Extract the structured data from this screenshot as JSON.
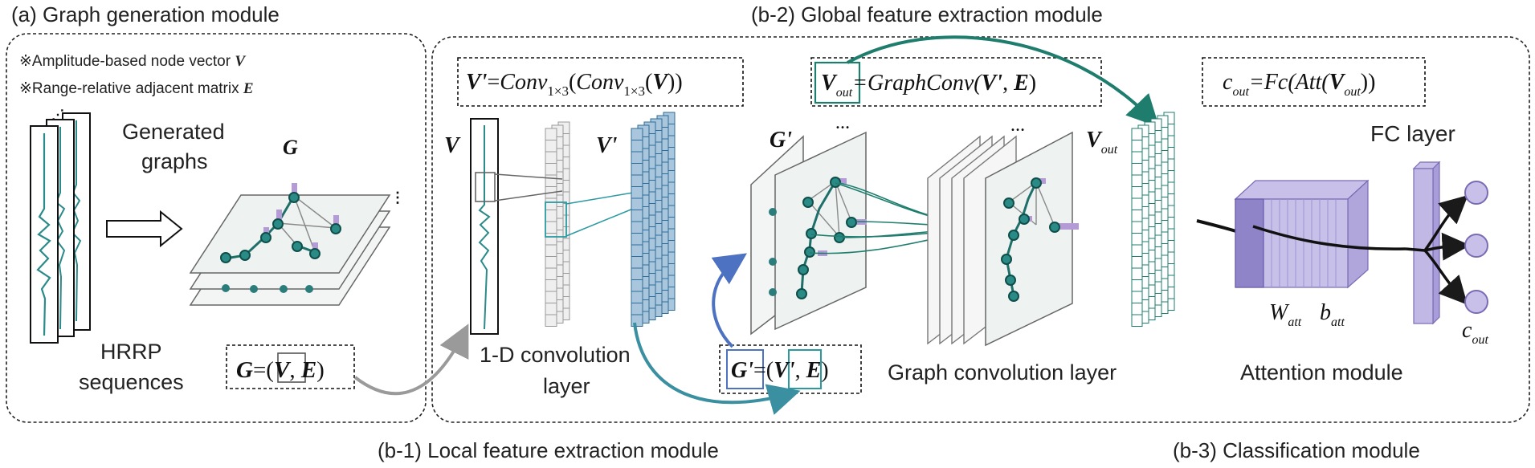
{
  "colors": {
    "teal": "#2b8a8a",
    "teal_dark": "#136b63",
    "teal_fill": "#3a9a8e",
    "blue_fill": "#a9c6dd",
    "blue_stroke": "#2f6d98",
    "gray_fill": "#eeeeee",
    "purple": "#b59bd6",
    "purple_fill": "#9e95cf",
    "arrow_gray": "#9a9a9a",
    "arrow_teal": "#1f7d6e",
    "arrow_blue": "#4d72c2"
  },
  "sections": {
    "a": "(a) Graph generation module",
    "b2": "(b-2) Global feature extraction module",
    "b1": "(b-1) Local feature extraction module",
    "b3": "(b-3) Classification module"
  },
  "module_a": {
    "note1_mark": "※",
    "note1": "Amplitude-based node vector ",
    "note1_var": "V",
    "note2_mark": "※",
    "note2": "Range-relative adjacent matrix ",
    "note2_var": "E",
    "generated_1": "Generated",
    "generated_2": "graphs",
    "graph_symbol": "G",
    "hrrp_1": "HRRP",
    "hrrp_2": "sequences",
    "formula": {
      "g": "G",
      "eq": "=(",
      "v": "V",
      "comma": ", ",
      "e": "E",
      "close": ")"
    }
  },
  "module_b1": {
    "v_label": "V",
    "vprime_label": "V'",
    "conv_formula": {
      "lhs": "V'",
      "eq": "=",
      "conv": "Conv",
      "sub": "1×3",
      "open": "(",
      "v": "V",
      "close": "))"
    },
    "layer_1": "1-D convolution",
    "layer_2": "layer"
  },
  "module_b2": {
    "formula": {
      "vout": "V",
      "vout_sub": "out",
      "rhs": "=GraphConv(",
      "vp": "V'",
      "comma": ", ",
      "e": "E",
      "close": ")"
    },
    "gprime_label": "G'",
    "vout_label": "V",
    "vout_label_sub": "out",
    "layer": "Graph convolution layer",
    "gp_formula": {
      "g": "G'",
      "eq": "=(",
      "v": "V'",
      "comma": ", ",
      "e": "E",
      "close": ")"
    }
  },
  "module_b3": {
    "formula": {
      "c": "c",
      "c_sub": "out",
      "eq": "=Fc(Att(",
      "v": "V",
      "v_sub": "out",
      "close": "))"
    },
    "fc": "FC layer",
    "w": "W",
    "w_sub": "att",
    "b": "b",
    "b_sub": "att",
    "attention": "Attention module",
    "cout": "c",
    "cout_sub": "out"
  }
}
